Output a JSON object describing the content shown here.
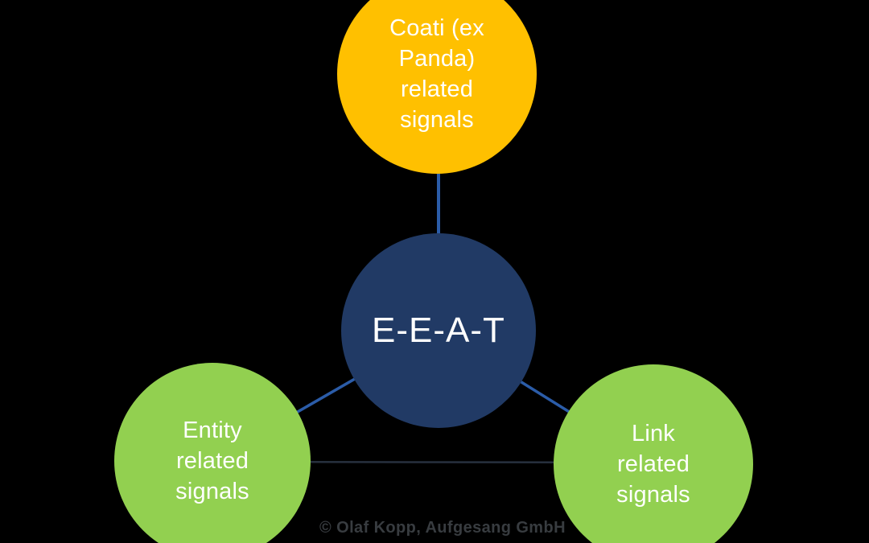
{
  "diagram": {
    "background_color": "#000000",
    "center_node": {
      "label": "E-E-A-T",
      "fill": "#213A65",
      "text_color": "#FFFFFF"
    },
    "top_node": {
      "lines": [
        "Coati (ex",
        "Panda)",
        "related",
        "signals"
      ],
      "fill": "#FFC000",
      "text_color": "#FFFFFF"
    },
    "left_node": {
      "lines": [
        "Entity",
        "related",
        "signals"
      ],
      "fill": "#92D050",
      "text_color": "#FFFFFF"
    },
    "right_node": {
      "lines": [
        "Link",
        "related",
        "signals"
      ],
      "fill": "#92D050",
      "text_color": "#FFFFFF"
    },
    "connectors": {
      "center_to_node_color": "#2B5CA8",
      "entity_to_link_color": "#27303E"
    },
    "credit": "© Olaf Kopp, Aufgesang GmbH",
    "credit_color": "#383C40"
  }
}
